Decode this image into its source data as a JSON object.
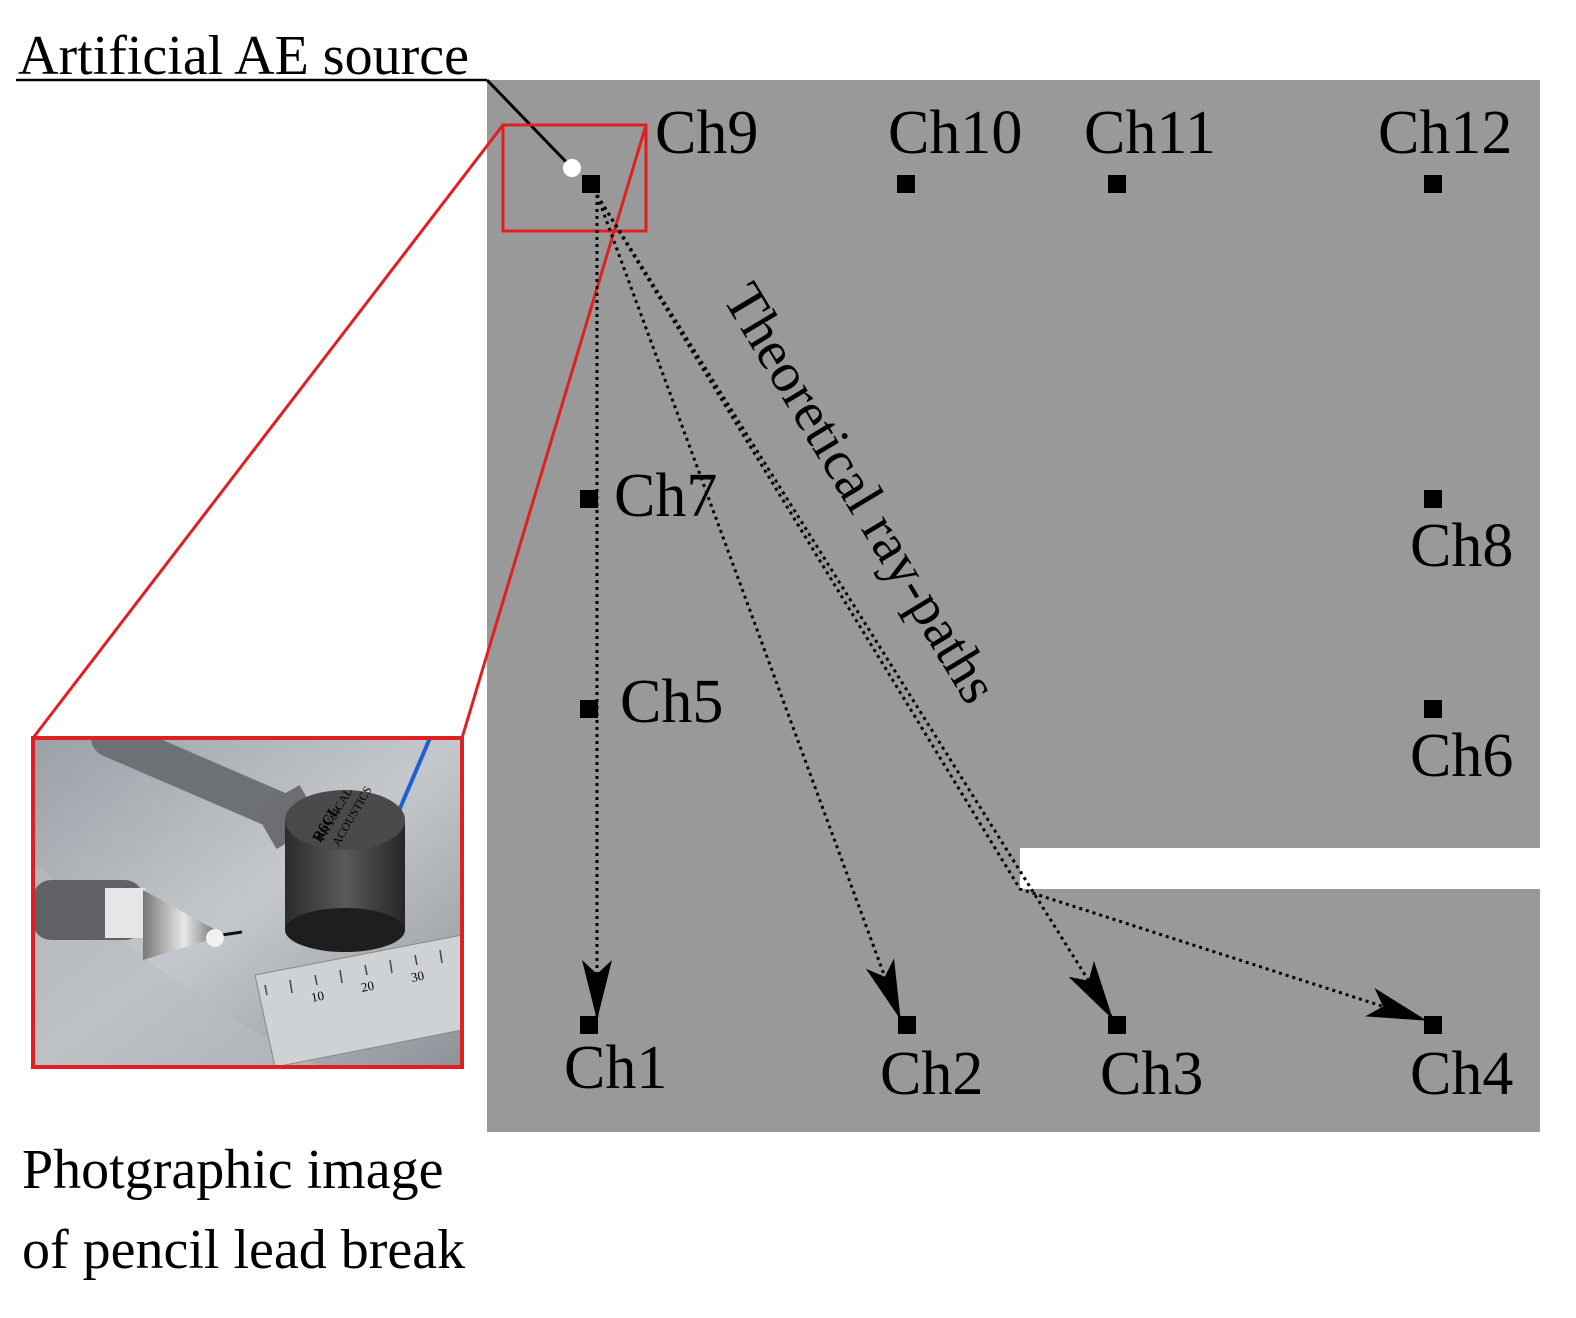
{
  "labels": {
    "source": "Artificial AE source",
    "raypaths": "Theoretical ray-paths",
    "photo_line1": "Photgraphic image",
    "photo_line2": "of pencil lead break"
  },
  "sensors": {
    "ch1": "Ch1",
    "ch2": "Ch2",
    "ch3": "Ch3",
    "ch4": "Ch4",
    "ch5": "Ch5",
    "ch6": "Ch6",
    "ch7": "Ch7",
    "ch8": "Ch8",
    "ch9": "Ch9",
    "ch10": "Ch10",
    "ch11": "Ch11",
    "ch12": "Ch12"
  },
  "photo": {
    "ruler_ticks": [
      "10",
      "20",
      "30"
    ],
    "sensor_text": [
      "PHYSICAL",
      "ACOUSTICS",
      "R6CL"
    ]
  },
  "colors": {
    "plate": "#999999",
    "highlight": "#e02020",
    "ink": "#000000"
  }
}
